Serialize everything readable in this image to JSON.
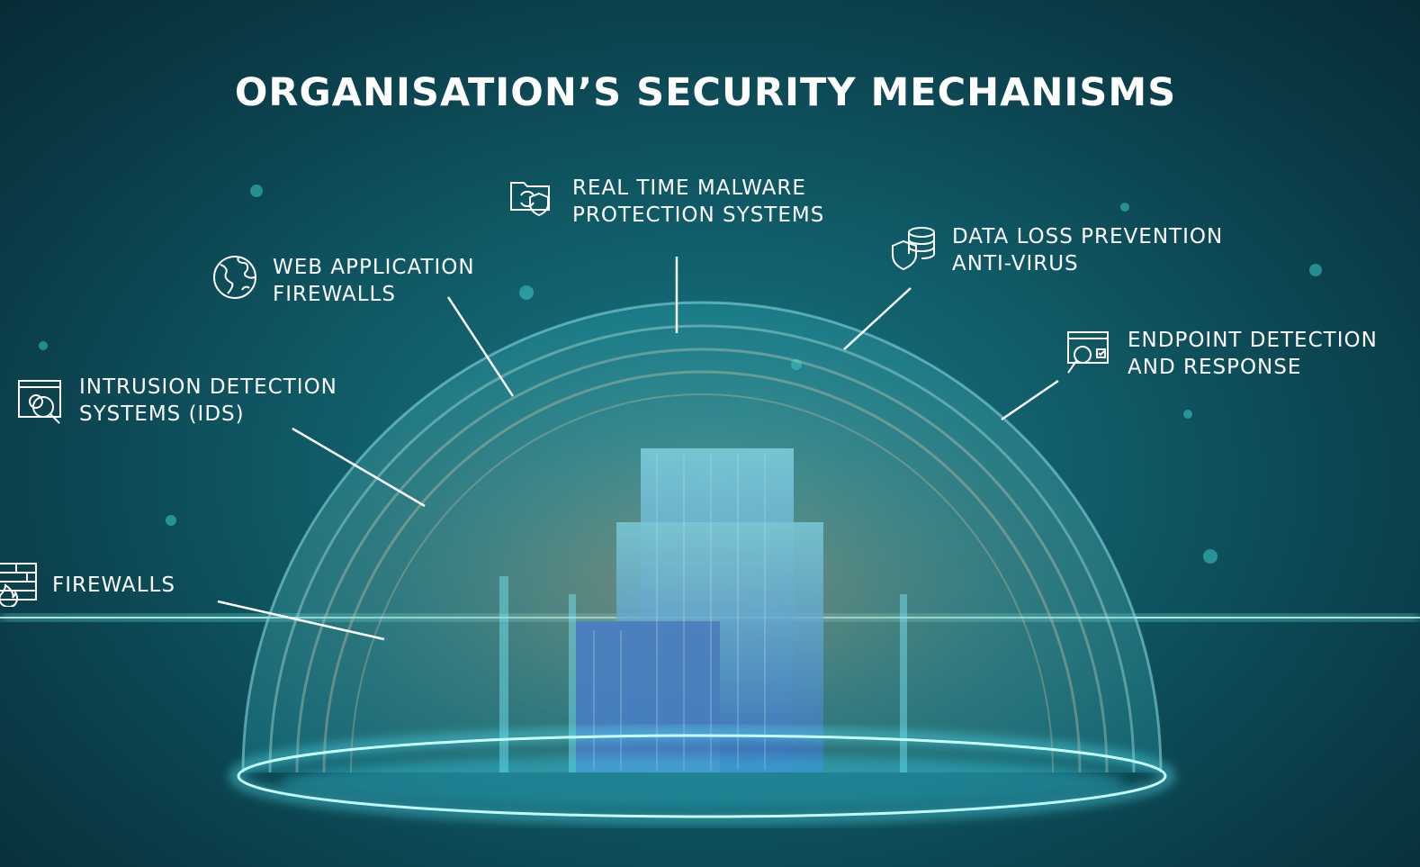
{
  "title": "ORGANISATION’S SECURITY MECHANISMS",
  "mechanisms": [
    {
      "icon": "malware-shield-folder-icon",
      "line1": "REAL TIME MALWARE",
      "line2": "PROTECTION SYSTEMS"
    },
    {
      "icon": "database-shield-icon",
      "line1": "DATA LOSS PREVENTION",
      "line2": "ANTI-VIRUS"
    },
    {
      "icon": "globe-icon",
      "line1": "WEB APPLICATION",
      "line2": "FIREWALLS"
    },
    {
      "icon": "monitor-magnifier-icon",
      "line1": "ENDPOINT DETECTION",
      "line2": "AND RESPONSE"
    },
    {
      "icon": "gear-magnifier-icon",
      "line1": "INTRUSION DETECTION",
      "line2": "SYSTEMS (IDS)"
    },
    {
      "icon": "firewall-brick-icon",
      "line1": "FIREWALLS",
      "line2": ""
    }
  ],
  "colors": {
    "background": "#0a3c48",
    "glow": "#38e0f0",
    "text": "#ffffff"
  }
}
